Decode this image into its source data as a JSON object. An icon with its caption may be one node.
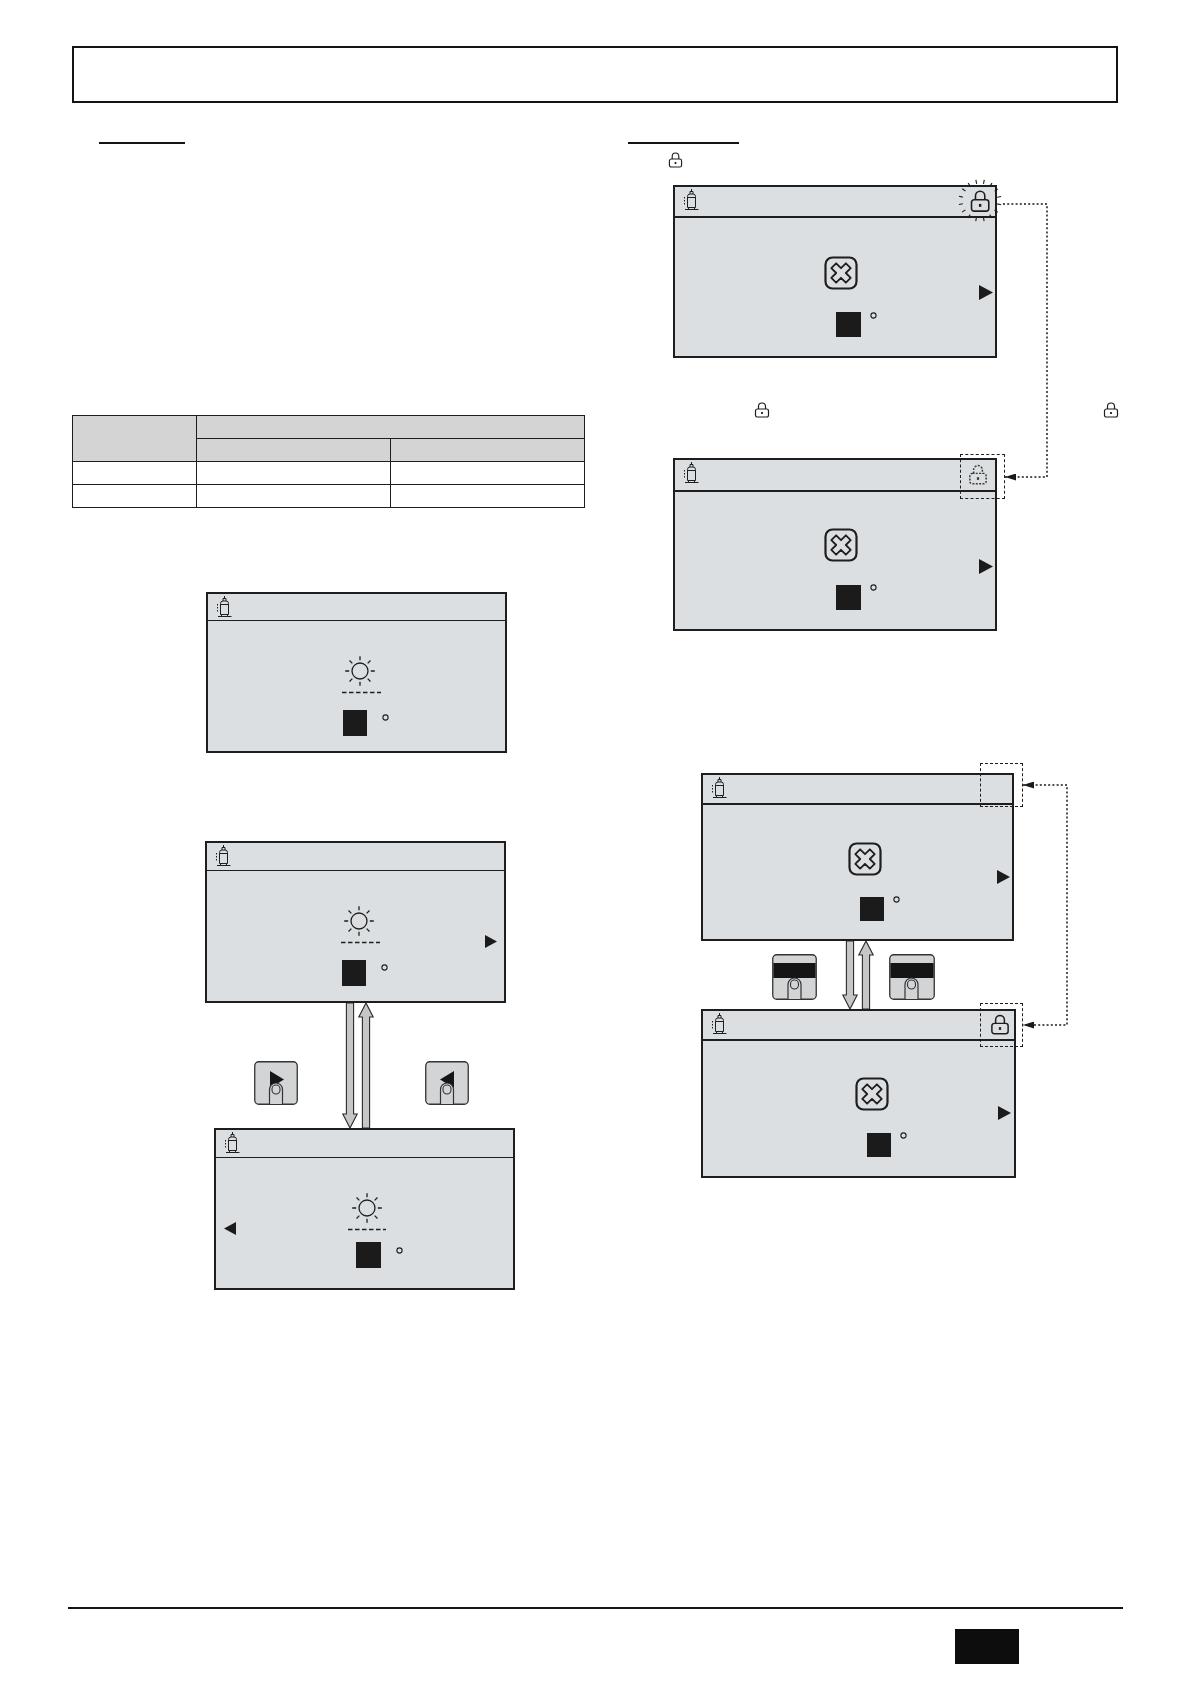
{
  "diagram": {
    "nodes": [
      {
        "text": [],
        "shape": "box"
      },
      {
        "text": [],
        "shape": "box"
      },
      {
        "text": [],
        "shape": "box"
      },
      {
        "text": [],
        "shape": "box"
      },
      {
        "text": [],
        "shape": "picture",
        "in": 3
      },
      {
        "text": [],
        "shape": "box"
      },
      {
        "text": [],
        "shape": "box"
      },
      {
        "text": [],
        "shape": "box"
      },
      {
        "text": [],
        "shape": "box"
      },
      {
        "text": [],
        "shape": "box"
      },
      {
        "text": [],
        "shape": "box"
      }
    ],
    "edges": [
      {
        "from": 1,
        "to": 2,
        "arrow": "to",
        "style": "thick"
      },
      {
        "from": 2,
        "to": 1,
        "arrow": "to",
        "style": "thick"
      },
      {
        "from": 4,
        "to": 6,
        "arrow": "to",
        "style": "dashed"
      },
      {
        "from": 7,
        "to": 9,
        "arrow": "to",
        "style": "thick"
      },
      {
        "from": 9,
        "to": 7,
        "arrow": "to",
        "style": "thick"
      },
      {
        "from": 8,
        "to": 10,
        "arrow": "both",
        "style": "dashed"
      }
    ]
  }
}
